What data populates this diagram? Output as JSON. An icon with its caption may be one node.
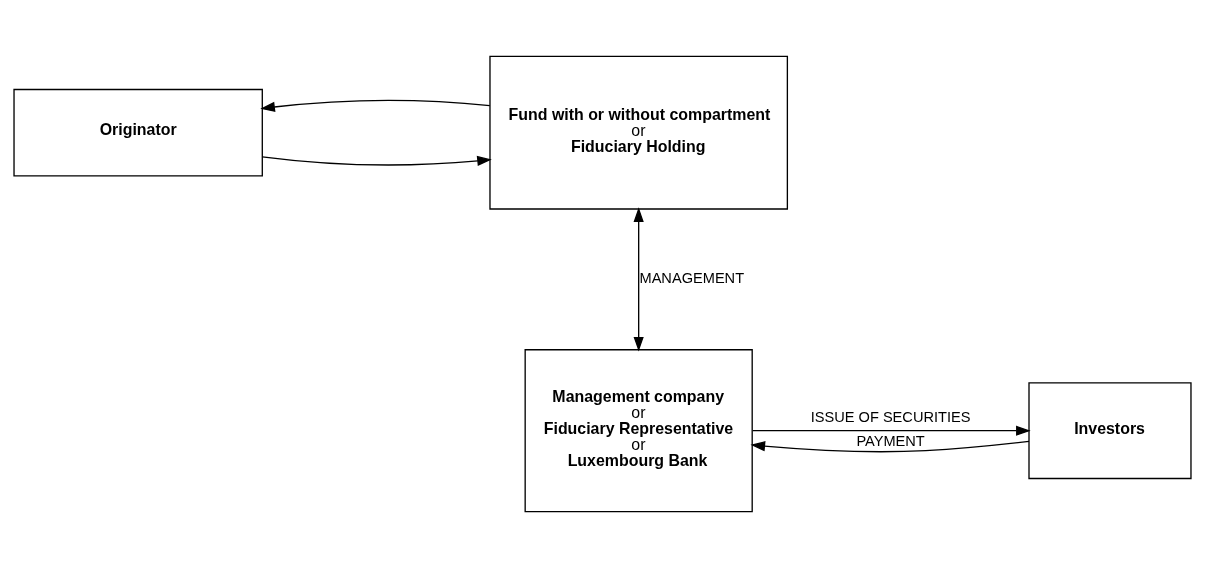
{
  "diagram": {
    "nodes": [
      {
        "text": [
          "Originator"
        ]
      },
      {
        "text": [
          "Fund with or without compartment",
          "or",
          "Fiduciary Holding"
        ]
      },
      {
        "text": [
          "Management company",
          "or",
          "Fiduciary Representative",
          "or",
          "Luxembourg Bank"
        ]
      },
      {
        "text": [
          "Investors"
        ]
      }
    ],
    "edges": [
      {
        "from": 0,
        "to": 1,
        "arrow": "to"
      },
      {
        "from": 1,
        "to": 0,
        "arrow": "to"
      },
      {
        "from": 1,
        "to": 2,
        "arrow": "both",
        "label": "MANAGEMENT"
      },
      {
        "from": 2,
        "to": 3,
        "arrow": "to",
        "label": "ISSUE OF SECURITIES"
      },
      {
        "from": 3,
        "to": 2,
        "arrow": "to",
        "label": "PAYMENT"
      }
    ]
  }
}
